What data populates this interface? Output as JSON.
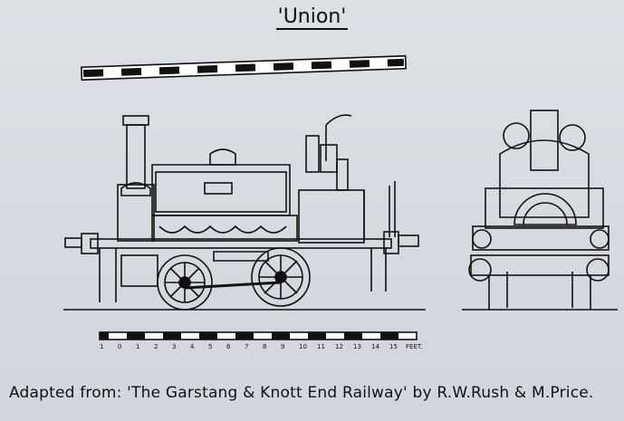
{
  "title": "'Union'",
  "scale": {
    "ticks": [
      "1",
      "0",
      "1",
      "2",
      "3",
      "4",
      "5",
      "6",
      "7",
      "8",
      "9",
      "10",
      "11",
      "12",
      "13",
      "14",
      "15"
    ],
    "unit": "FEET."
  },
  "caption": "Adapted from: 'The Garstang & Knott End Railway' by R.W.Rush & M.Price."
}
